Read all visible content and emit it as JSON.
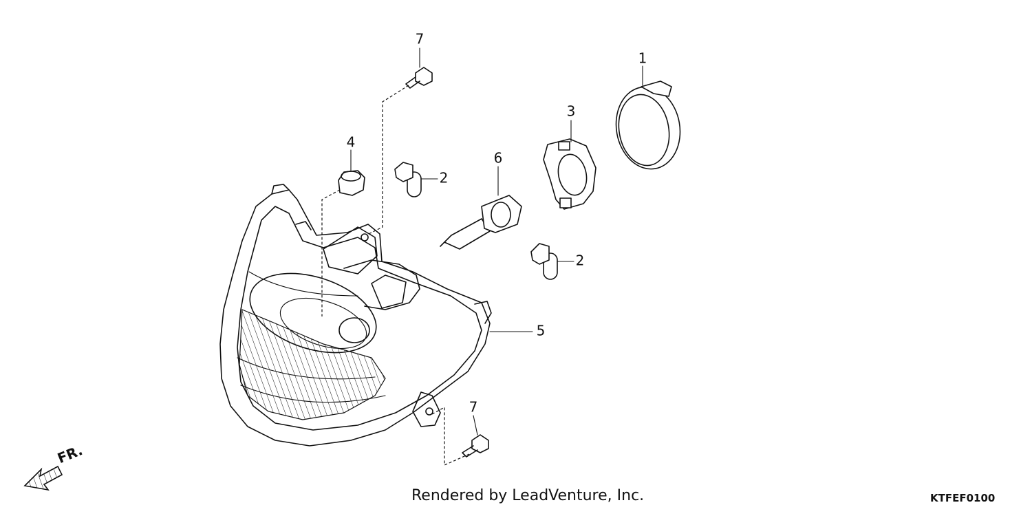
{
  "callouts": [
    {
      "id": "1",
      "label": "1"
    },
    {
      "id": "2",
      "label": "2"
    },
    {
      "id": "3",
      "label": "3"
    },
    {
      "id": "4",
      "label": "4"
    },
    {
      "id": "5",
      "label": "5"
    },
    {
      "id": "6",
      "label": "6"
    },
    {
      "id": "7",
      "label": "7"
    }
  ],
  "direction_label": "FR.",
  "footer_text": "Rendered by LeadVenture, Inc.",
  "diagram_code": "KTFEF0100"
}
